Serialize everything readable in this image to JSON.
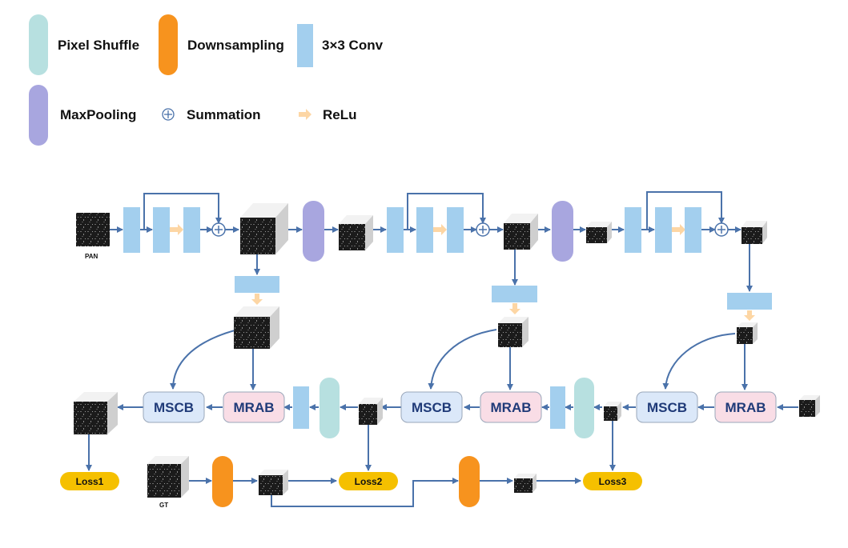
{
  "legend": {
    "pixel_shuffle": "Pixel Shuffle",
    "downsampling": "Downsampling",
    "conv": "3×3 Conv",
    "maxpooling": "MaxPooling",
    "summation": "Summation",
    "relu": "ReLu"
  },
  "labels": {
    "pan": "PAN",
    "gt": "GT",
    "mscb": "MSCB",
    "mrab": "MRAB",
    "loss1": "Loss1",
    "loss2": "Loss2",
    "loss3": "Loss3"
  },
  "colors": {
    "pixel_shuffle": "#b7e0e0",
    "downsampling": "#f7931e",
    "conv": "#a3cfee",
    "maxpooling": "#a8a6df",
    "relu": "#fdd6a4",
    "mscb_fill": "#dbe8f9",
    "mrab_fill": "#f9dde6",
    "loss": "#f5c000",
    "arrow": "#4a72aa"
  }
}
